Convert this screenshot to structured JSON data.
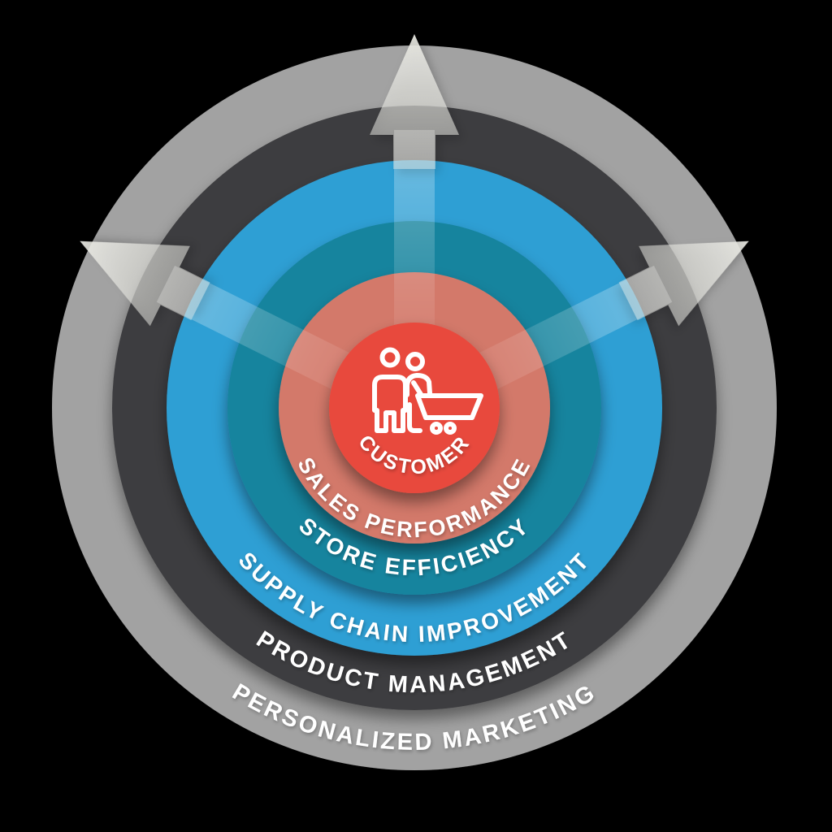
{
  "styles": {
    "background": "#000000",
    "label_color": "#ffffff",
    "icon_color": "#ffffff",
    "beam_color": "#ffffff",
    "arrow_color": "#e9e9e3"
  },
  "center": {
    "label": "CUSTOMER",
    "icon": "people-with-shopping-cart",
    "color": "#e8483e"
  },
  "rings": [
    {
      "label": "SALES PERFORMANCE",
      "color": "#d3796a"
    },
    {
      "label": "STORE EFFICIENCY",
      "color": "#16849e"
    },
    {
      "label": "SUPPLY CHAIN IMPROVEMENT",
      "color": "#2f9fd4"
    },
    {
      "label": "PRODUCT MANAGEMENT",
      "color": "#3d3d3f"
    },
    {
      "label": "PERSONALIZED MARKETING",
      "color": "#a2a2a2"
    }
  ],
  "arrows": {
    "directions": [
      "up",
      "upper-left",
      "upper-right"
    ],
    "color": "#e9e9e3"
  }
}
